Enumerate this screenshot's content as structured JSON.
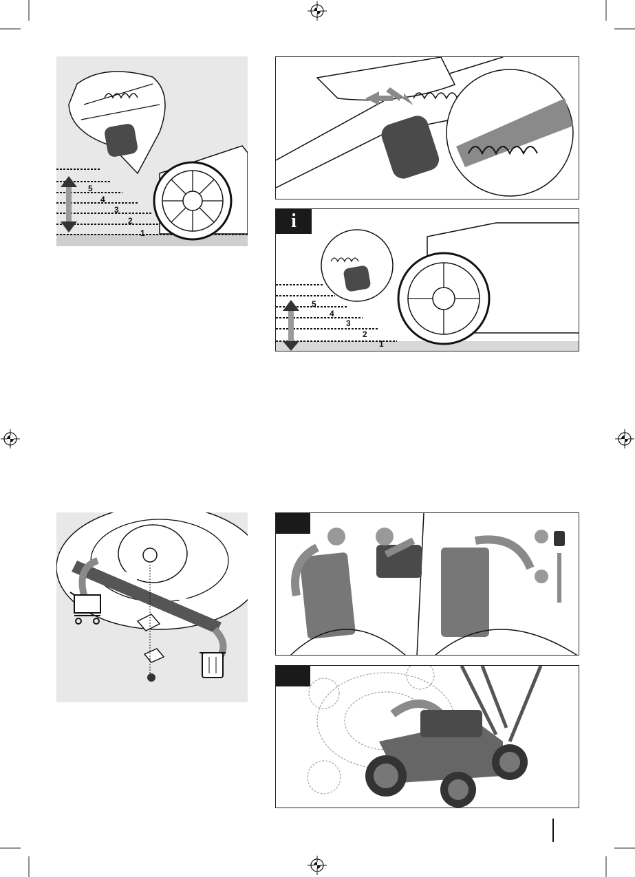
{
  "info_panel": {
    "info_symbol": "i"
  },
  "height_levels": {
    "labels": [
      "5",
      "4",
      "3",
      "2",
      "1"
    ]
  },
  "colors": {
    "ink": "#1a1a1a",
    "panel_grey": "#e8e8e8",
    "battery": "#4a4a4a",
    "arrow_grey": "#8a8a8a"
  },
  "icons": [
    "registration-mark-icon",
    "shopping-cart-icon",
    "trash-bin-icon",
    "info-icon"
  ]
}
